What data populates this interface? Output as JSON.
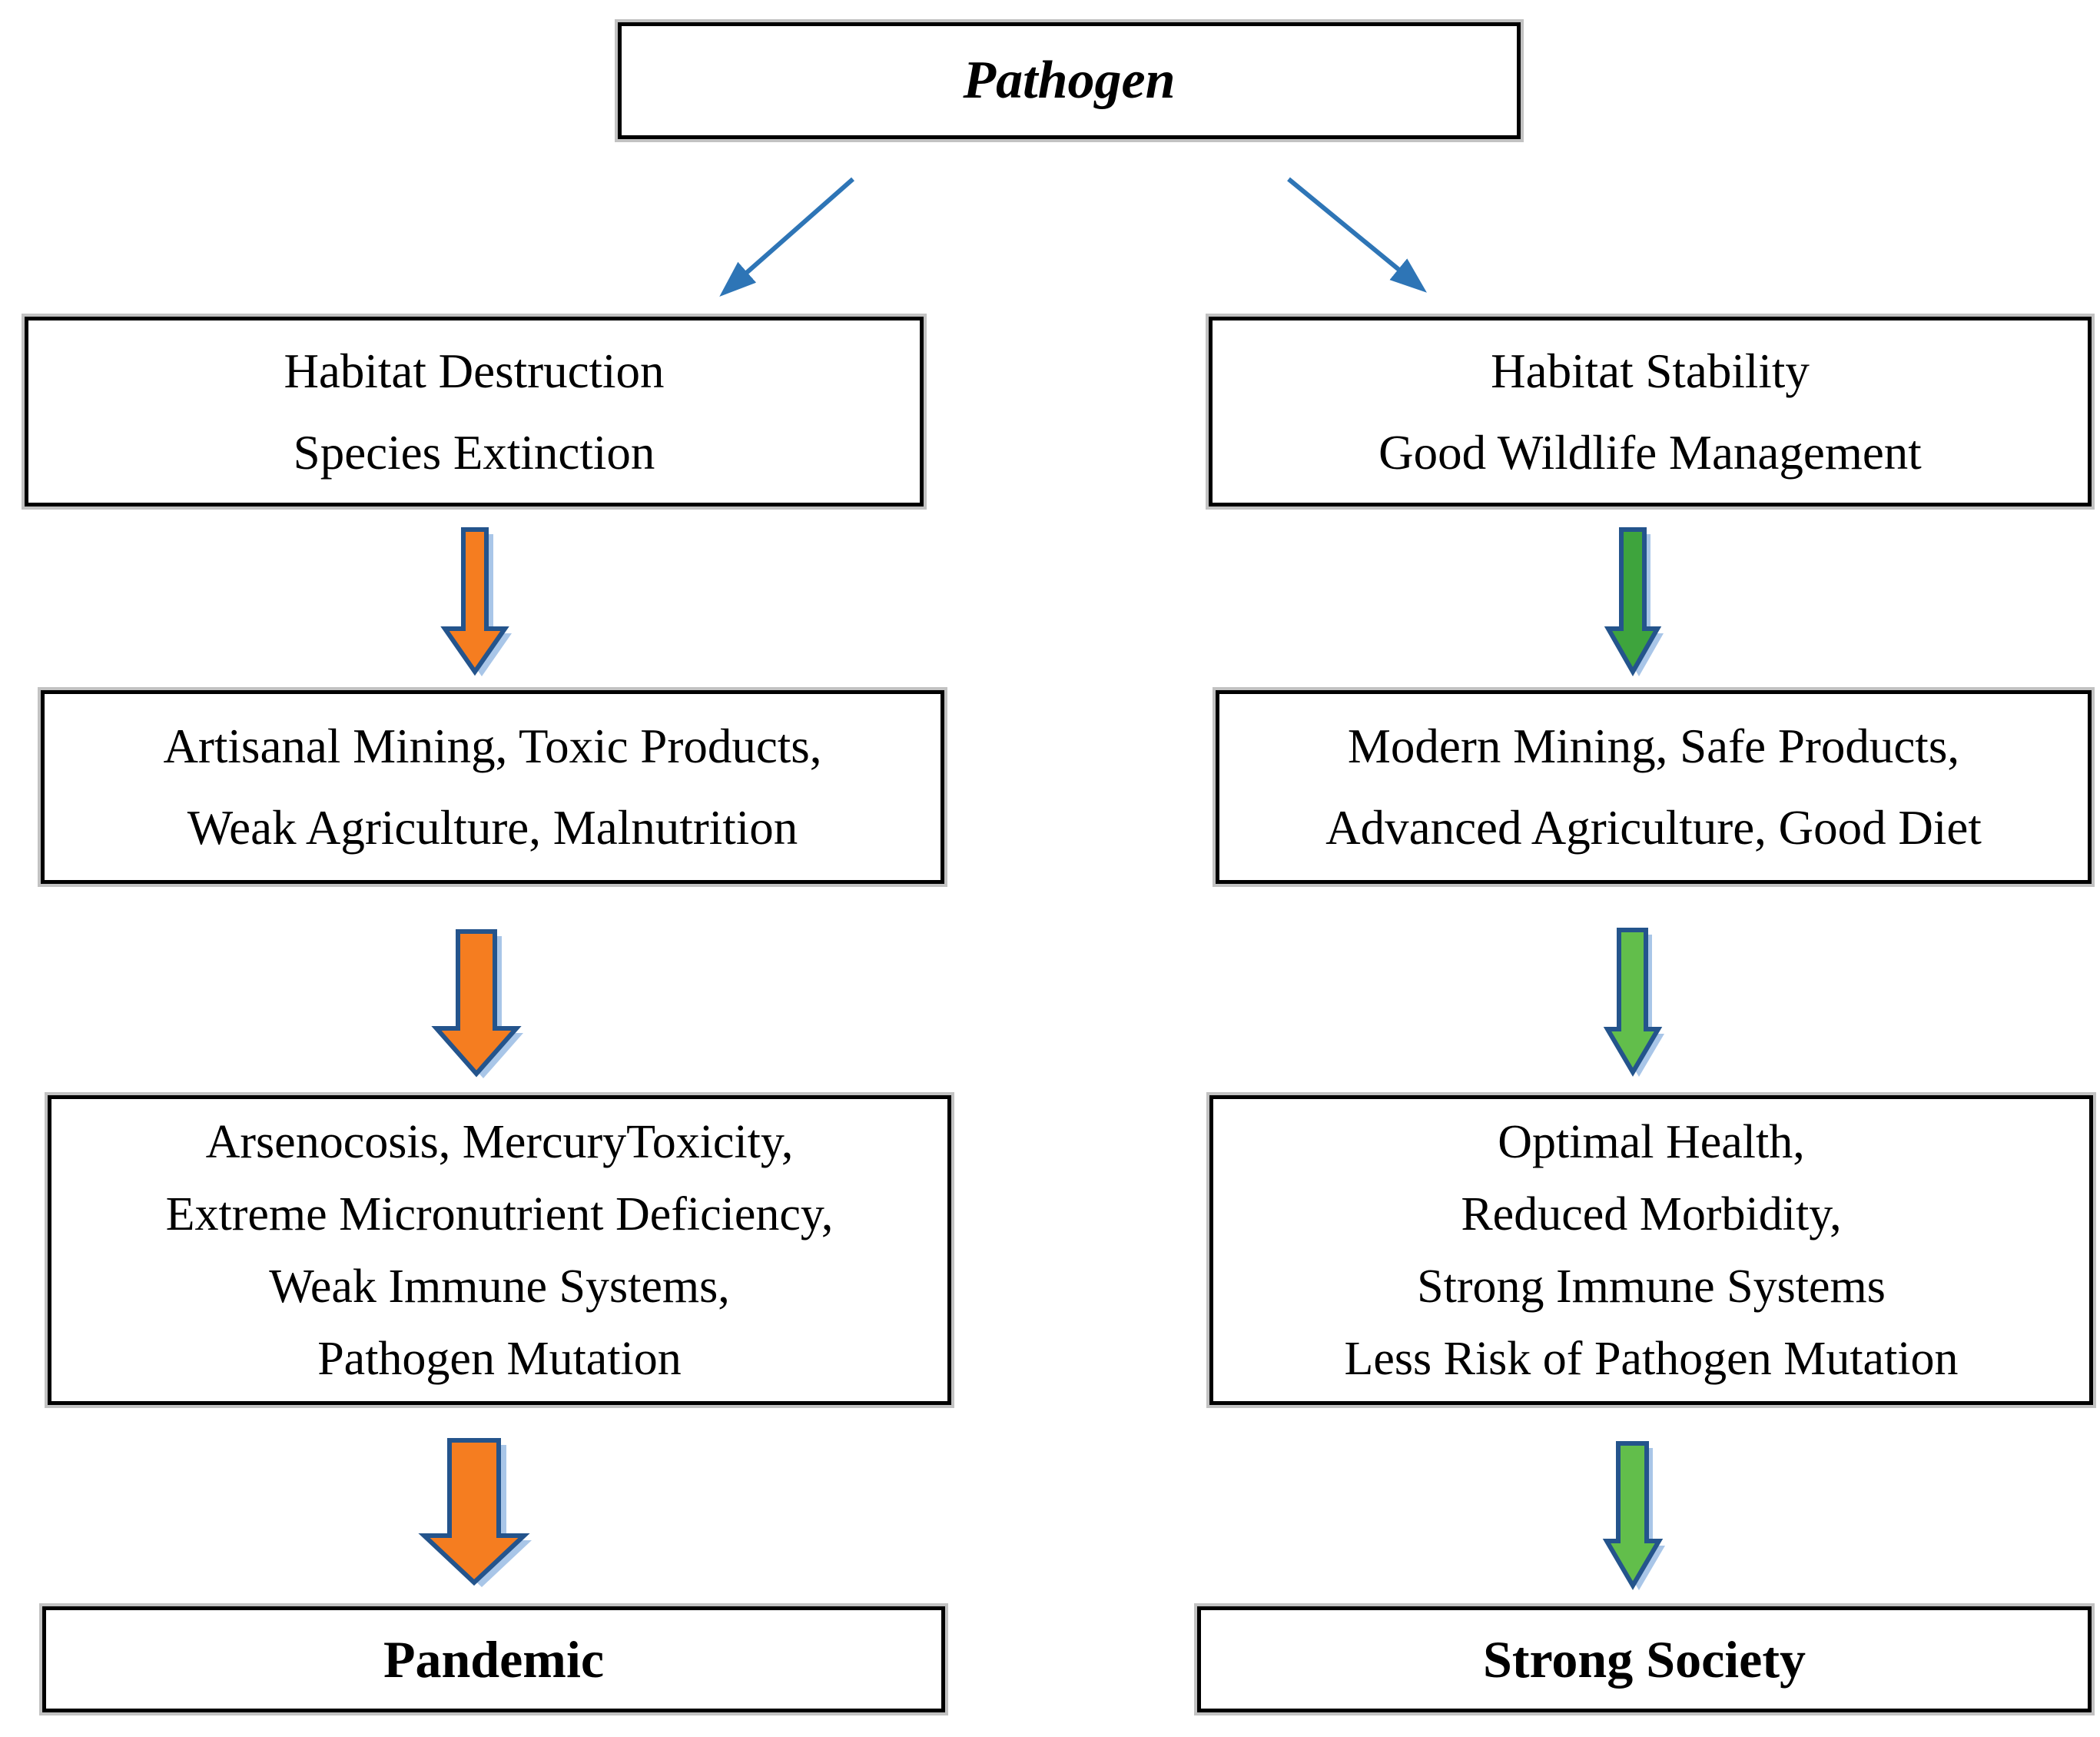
{
  "diagram": {
    "root_label": "Pathogen",
    "left_branch": {
      "stage1_lines": [
        "Habitat Destruction",
        "Species Extinction"
      ],
      "stage2_lines": [
        "Artisanal Mining, Toxic Products,",
        "Weak Agriculture, Malnutrition"
      ],
      "stage3_lines": [
        "Arsenocosis, MercuryToxicity,",
        "Extreme Micronutrient Deficiency,",
        "Weak Immune Systems,",
        "Pathogen Mutation"
      ],
      "outcome_label": "Pandemic"
    },
    "right_branch": {
      "stage1_lines": [
        "Habitat Stability",
        "Good Wildlife Management"
      ],
      "stage2_lines": [
        "Modern Mining, Safe Products,",
        "Advanced Agriculture, Good Diet"
      ],
      "stage3_lines": [
        "Optimal Health,",
        "Reduced Morbidity,",
        "Strong Immune Systems",
        "Less Risk of Pathogen Mutation"
      ],
      "outcome_label": "Strong Society"
    },
    "colors": {
      "negative_arrow_fill": "#F57D20",
      "positive_arrow_fill_primary": "#3EA43D",
      "positive_arrow_fill_light": "#62BE4B",
      "arrow_border": "#24548C",
      "arrow_shadow": "#A9C6E8",
      "connector_blue": "#2E75B6",
      "box_border": "#000000",
      "text": "#000000",
      "background": "#FFFFFF"
    }
  }
}
